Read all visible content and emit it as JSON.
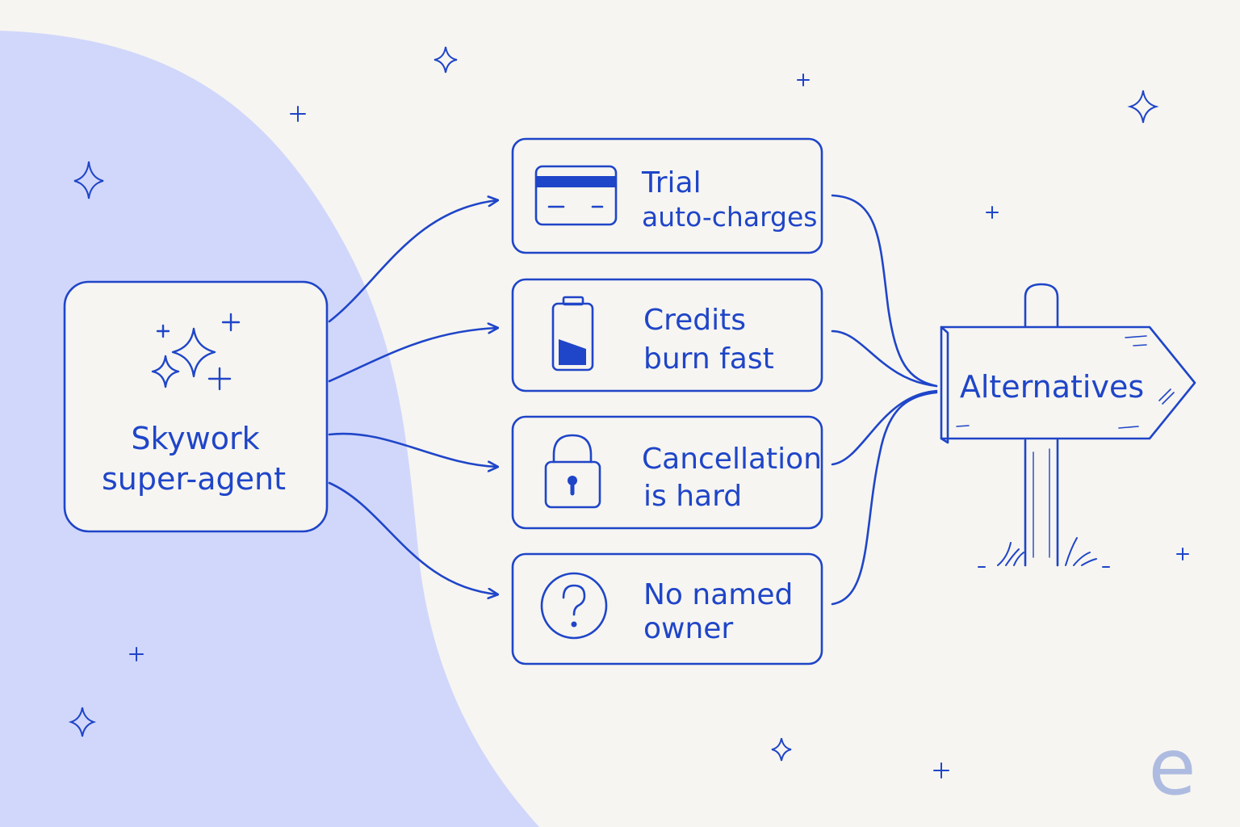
{
  "colors": {
    "ink": "#1f45c8",
    "background": "#f6f5f1",
    "blob": "#d1d7fb",
    "card_fill": "#f6f5f1",
    "logo": "#aebbe0"
  },
  "source": {
    "line1": "Skywork",
    "line2": "super-agent",
    "icon": "sparkles-icon"
  },
  "issues": [
    {
      "line1": "Trial",
      "line2": "auto-charges",
      "icon": "credit-card-icon"
    },
    {
      "line1": "Credits",
      "line2": "burn fast",
      "icon": "low-battery-icon"
    },
    {
      "line1": "Cancellation",
      "line2": "is hard",
      "icon": "padlock-icon"
    },
    {
      "line1": "No named",
      "line2": "owner",
      "icon": "question-mark-icon"
    }
  ],
  "signpost": {
    "label": "Alternatives",
    "icon": "signpost-icon"
  },
  "logo": {
    "letter": "e"
  }
}
